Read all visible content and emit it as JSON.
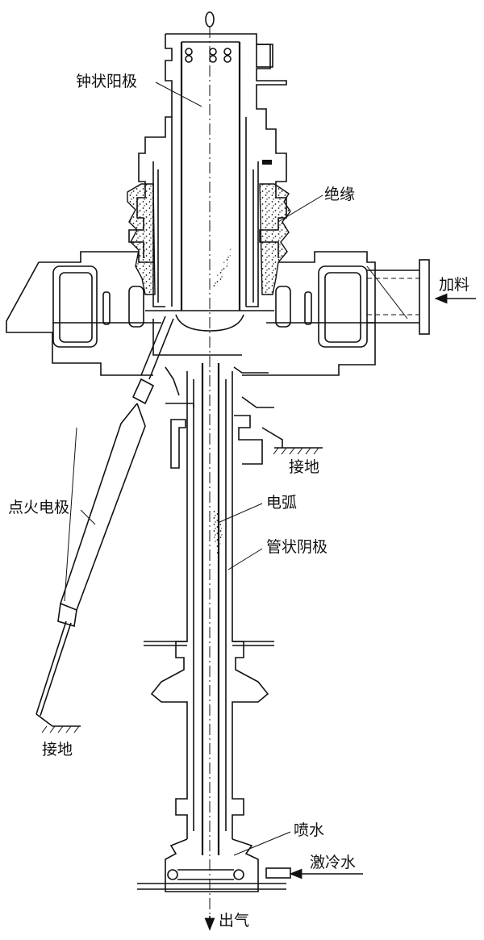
{
  "labels": {
    "bell_anode": "钟状阳极",
    "insulation": "绝缘",
    "feed": "加料",
    "ground_right": "接地",
    "arc": "电弧",
    "ignition_electrode": "点火电极",
    "tubular_cathode": "管状阴极",
    "ground_left": "接地",
    "water_spray": "喷水",
    "quench_water": "激冷水",
    "gas_outlet": "出气"
  }
}
